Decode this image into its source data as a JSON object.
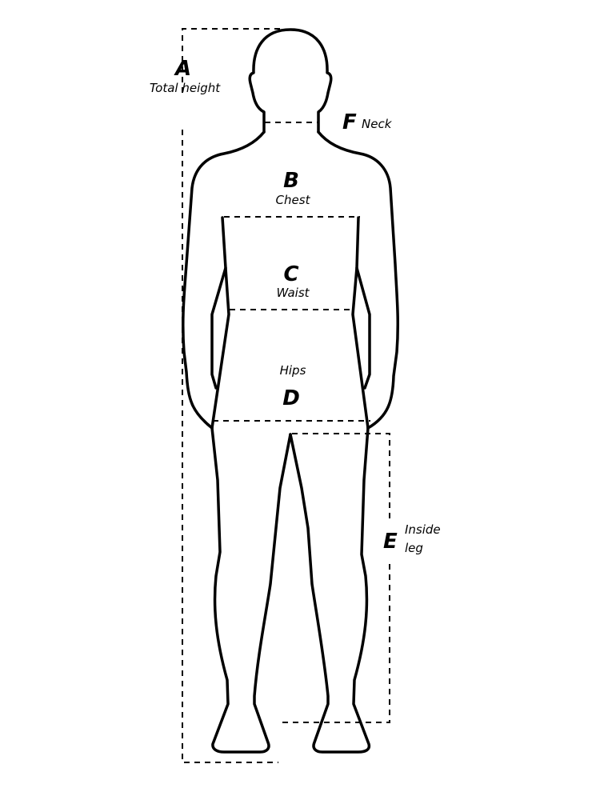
{
  "diagram": {
    "type": "body-measurement-guide",
    "colors": {
      "stroke": "#000000",
      "background": "#ffffff"
    },
    "measurements": [
      {
        "letter": "A",
        "label": "Total height"
      },
      {
        "letter": "B",
        "label": "Chest"
      },
      {
        "letter": "C",
        "label": "Waist"
      },
      {
        "letter": "D",
        "label": "Hips"
      },
      {
        "letter": "E",
        "label": "Inside leg",
        "label_line1": "Inside",
        "label_line2": "leg"
      },
      {
        "letter": "F",
        "label": "Neck"
      }
    ]
  }
}
